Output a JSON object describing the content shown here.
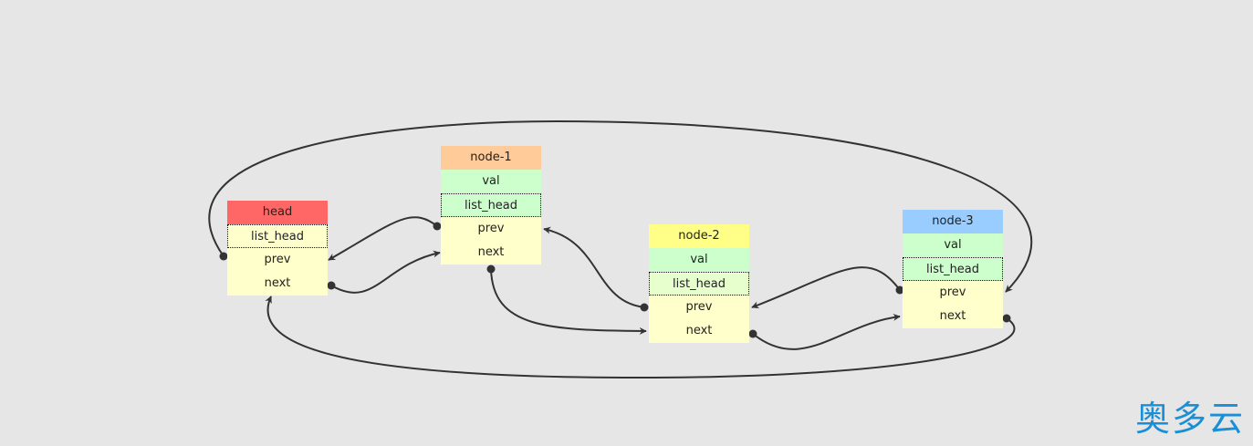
{
  "nodes": {
    "head": {
      "title": "head",
      "list_head": "list_head",
      "prev": "prev",
      "next": "next"
    },
    "node1": {
      "title": "node-1",
      "val": "val",
      "list_head": "list_head",
      "prev": "prev",
      "next": "next"
    },
    "node2": {
      "title": "node-2",
      "val": "val",
      "list_head": "list_head",
      "prev": "prev",
      "next": "next"
    },
    "node3": {
      "title": "node-3",
      "val": "val",
      "list_head": "list_head",
      "prev": "prev",
      "next": "next"
    }
  },
  "colors": {
    "head_title": "#ff6666",
    "node1_title": "#ffcc99",
    "node2_title": "#ffff88",
    "node3_title": "#99ccff",
    "val": "#ccffcc",
    "field": "#ffffcc",
    "arrow": "#333333",
    "watermark": "#1a8fd6"
  },
  "watermark": "奥多云"
}
